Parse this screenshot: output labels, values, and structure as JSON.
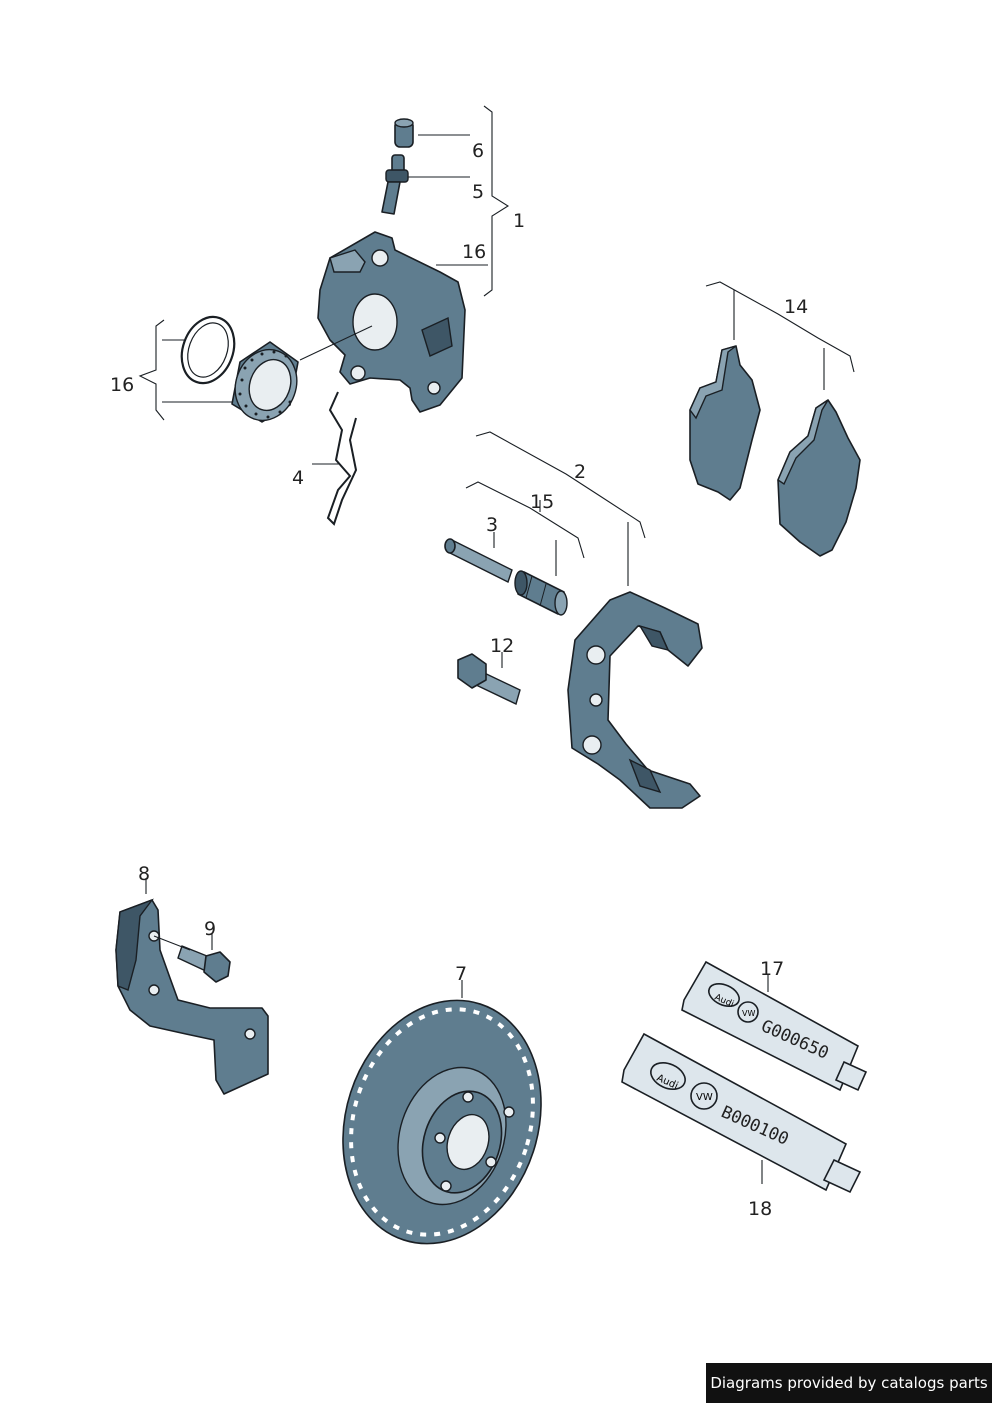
{
  "callouts": {
    "c1": "1",
    "c2": "2",
    "c3": "3",
    "c4": "4",
    "c5": "5",
    "c6": "6",
    "c7": "7",
    "c8": "8",
    "c9": "9",
    "c12": "12",
    "c14": "14",
    "c15": "15",
    "c16a": "16",
    "c16b": "16",
    "c17": "17",
    "c18": "18"
  },
  "tubes": {
    "t17_code": "G000650",
    "t18_code": "B000100",
    "brand_a": "Audi",
    "brand_b": "VW"
  },
  "footer": {
    "text": "Diagrams provided by catalogs parts"
  }
}
